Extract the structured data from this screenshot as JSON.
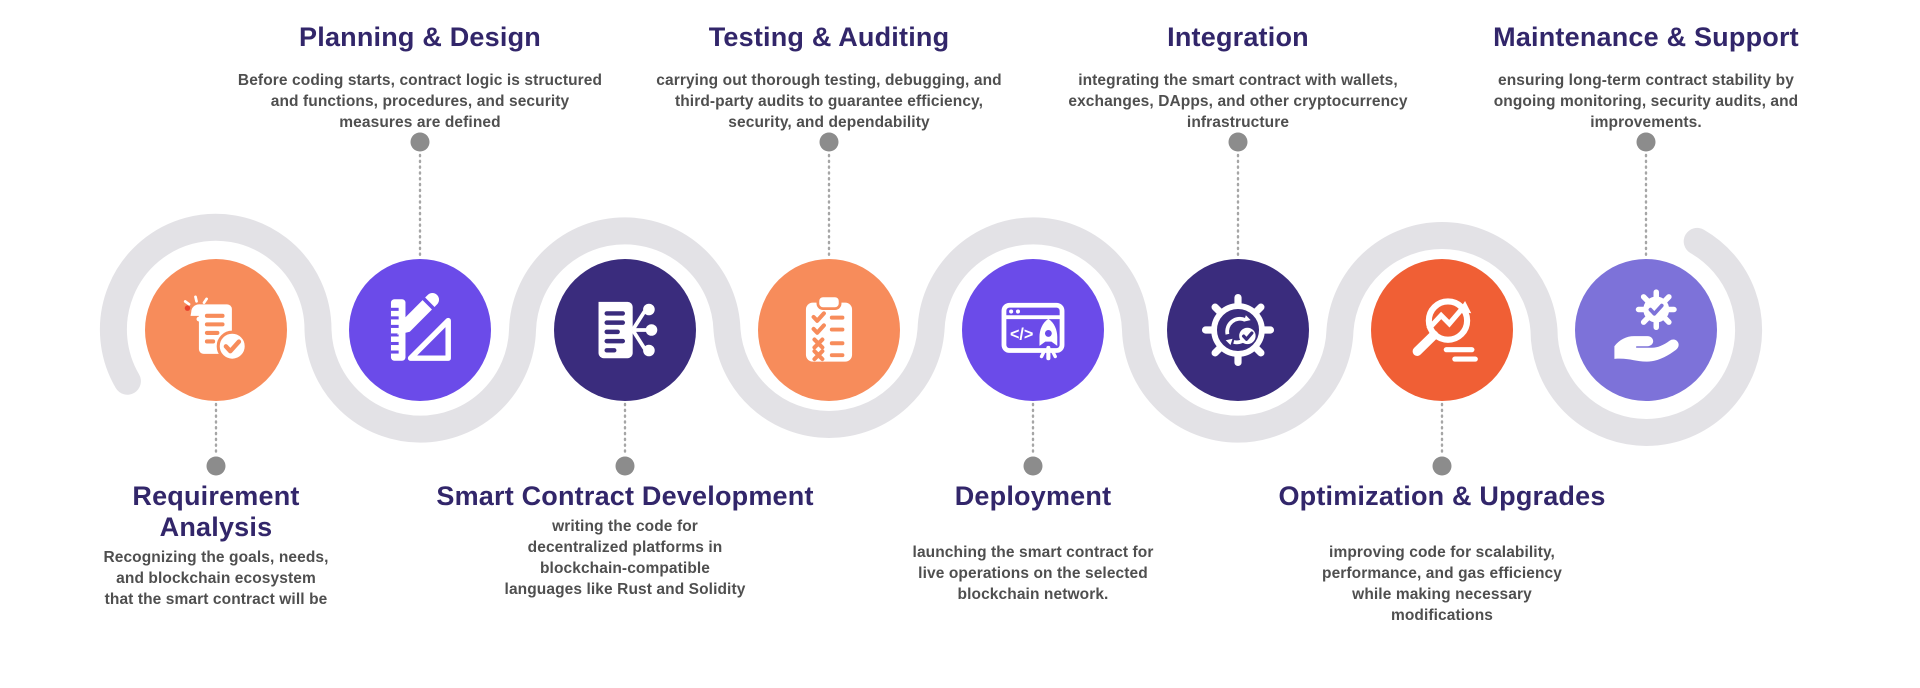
{
  "diagram": {
    "subject": "Smart contract development lifecycle timeline"
  },
  "colors": {
    "background": "#ffffff",
    "ribbon": "#e3e2e6",
    "connector_line": "#a6a6a6",
    "connector_dot": "#8c8c8c",
    "title": "#32266a",
    "body": "#4f4f4f",
    "orange": "#f78c5b",
    "violet": "#6b4be9",
    "indigo": "#3a2c7d",
    "deep_orange": "#f05f35",
    "periwinkle": "#7d72d9"
  },
  "steps": [
    {
      "id": 1,
      "position": "bottom",
      "title": "Requirement\nAnalysis",
      "description": "Recognizing the goals, needs,\nand blockchain ecosystem\nthat the smart contract will be",
      "color": "#f78c5b",
      "icon": "document-check-icon"
    },
    {
      "id": 2,
      "position": "top",
      "title": "Planning & Design",
      "description": "Before coding starts, contract logic is structured\nand functions, procedures, and security\nmeasures are defined",
      "color": "#6b4be9",
      "icon": "drafting-tools-icon"
    },
    {
      "id": 3,
      "position": "bottom",
      "title": "Smart Contract Development",
      "description": "writing the code for\ndecentralized platforms in\nblockchain-compatible\nlanguages like Rust and Solidity",
      "color": "#3a2c7d",
      "icon": "document-nodes-icon"
    },
    {
      "id": 4,
      "position": "top",
      "title": "Testing & Auditing",
      "description": "carrying out thorough testing, debugging, and\nthird-party audits to guarantee efficiency,\nsecurity, and dependability",
      "color": "#f78c5b",
      "icon": "clipboard-checklist-icon"
    },
    {
      "id": 5,
      "position": "bottom",
      "title": "Deployment",
      "description": "launching the smart contract for\nlive operations on the selected\nblockchain network.",
      "color": "#6b4be9",
      "icon": "browser-rocket-icon"
    },
    {
      "id": 6,
      "position": "top",
      "title": "Integration",
      "description": "integrating the smart contract with wallets,\nexchanges, DApps, and other cryptocurrency\ninfrastructure",
      "color": "#3a2c7d",
      "icon": "gear-sync-icon"
    },
    {
      "id": 7,
      "position": "bottom",
      "title": "Optimization & Upgrades",
      "description": "improving code for scalability,\nperformance, and gas efficiency\nwhile making necessary\nmodifications",
      "color": "#f05f35",
      "icon": "magnifier-growth-icon"
    },
    {
      "id": 8,
      "position": "top",
      "title": "Maintenance & Support",
      "description": "ensuring long-term contract stability by\nongoing monitoring, security audits, and\nimprovements.",
      "color": "#7d72d9",
      "icon": "hand-gear-icon"
    }
  ]
}
